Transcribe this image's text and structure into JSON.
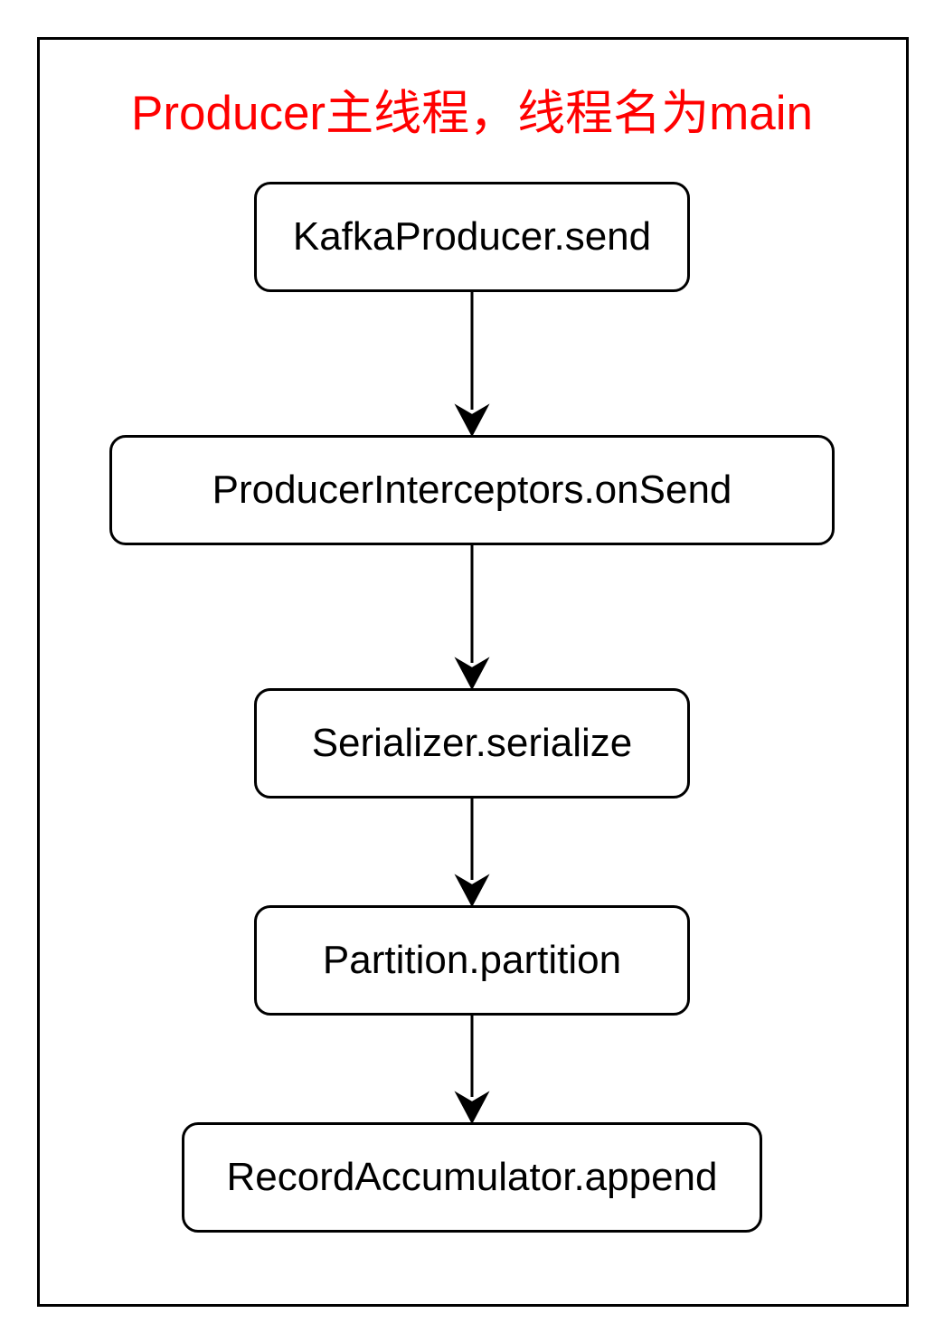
{
  "title": "Producer主线程，线程名为main",
  "colors": {
    "title": "#ff0000",
    "border": "#000000",
    "text": "#000000"
  },
  "nodes": [
    {
      "label": "KafkaProducer.send"
    },
    {
      "label": "ProducerInterceptors.onSend"
    },
    {
      "label": "Serializer.serialize"
    },
    {
      "label": "Partition.partition"
    },
    {
      "label": "RecordAccumulator.append"
    }
  ],
  "edges": [
    {
      "from": 0,
      "to": 1
    },
    {
      "from": 1,
      "to": 2
    },
    {
      "from": 2,
      "to": 3
    },
    {
      "from": 3,
      "to": 4
    }
  ]
}
